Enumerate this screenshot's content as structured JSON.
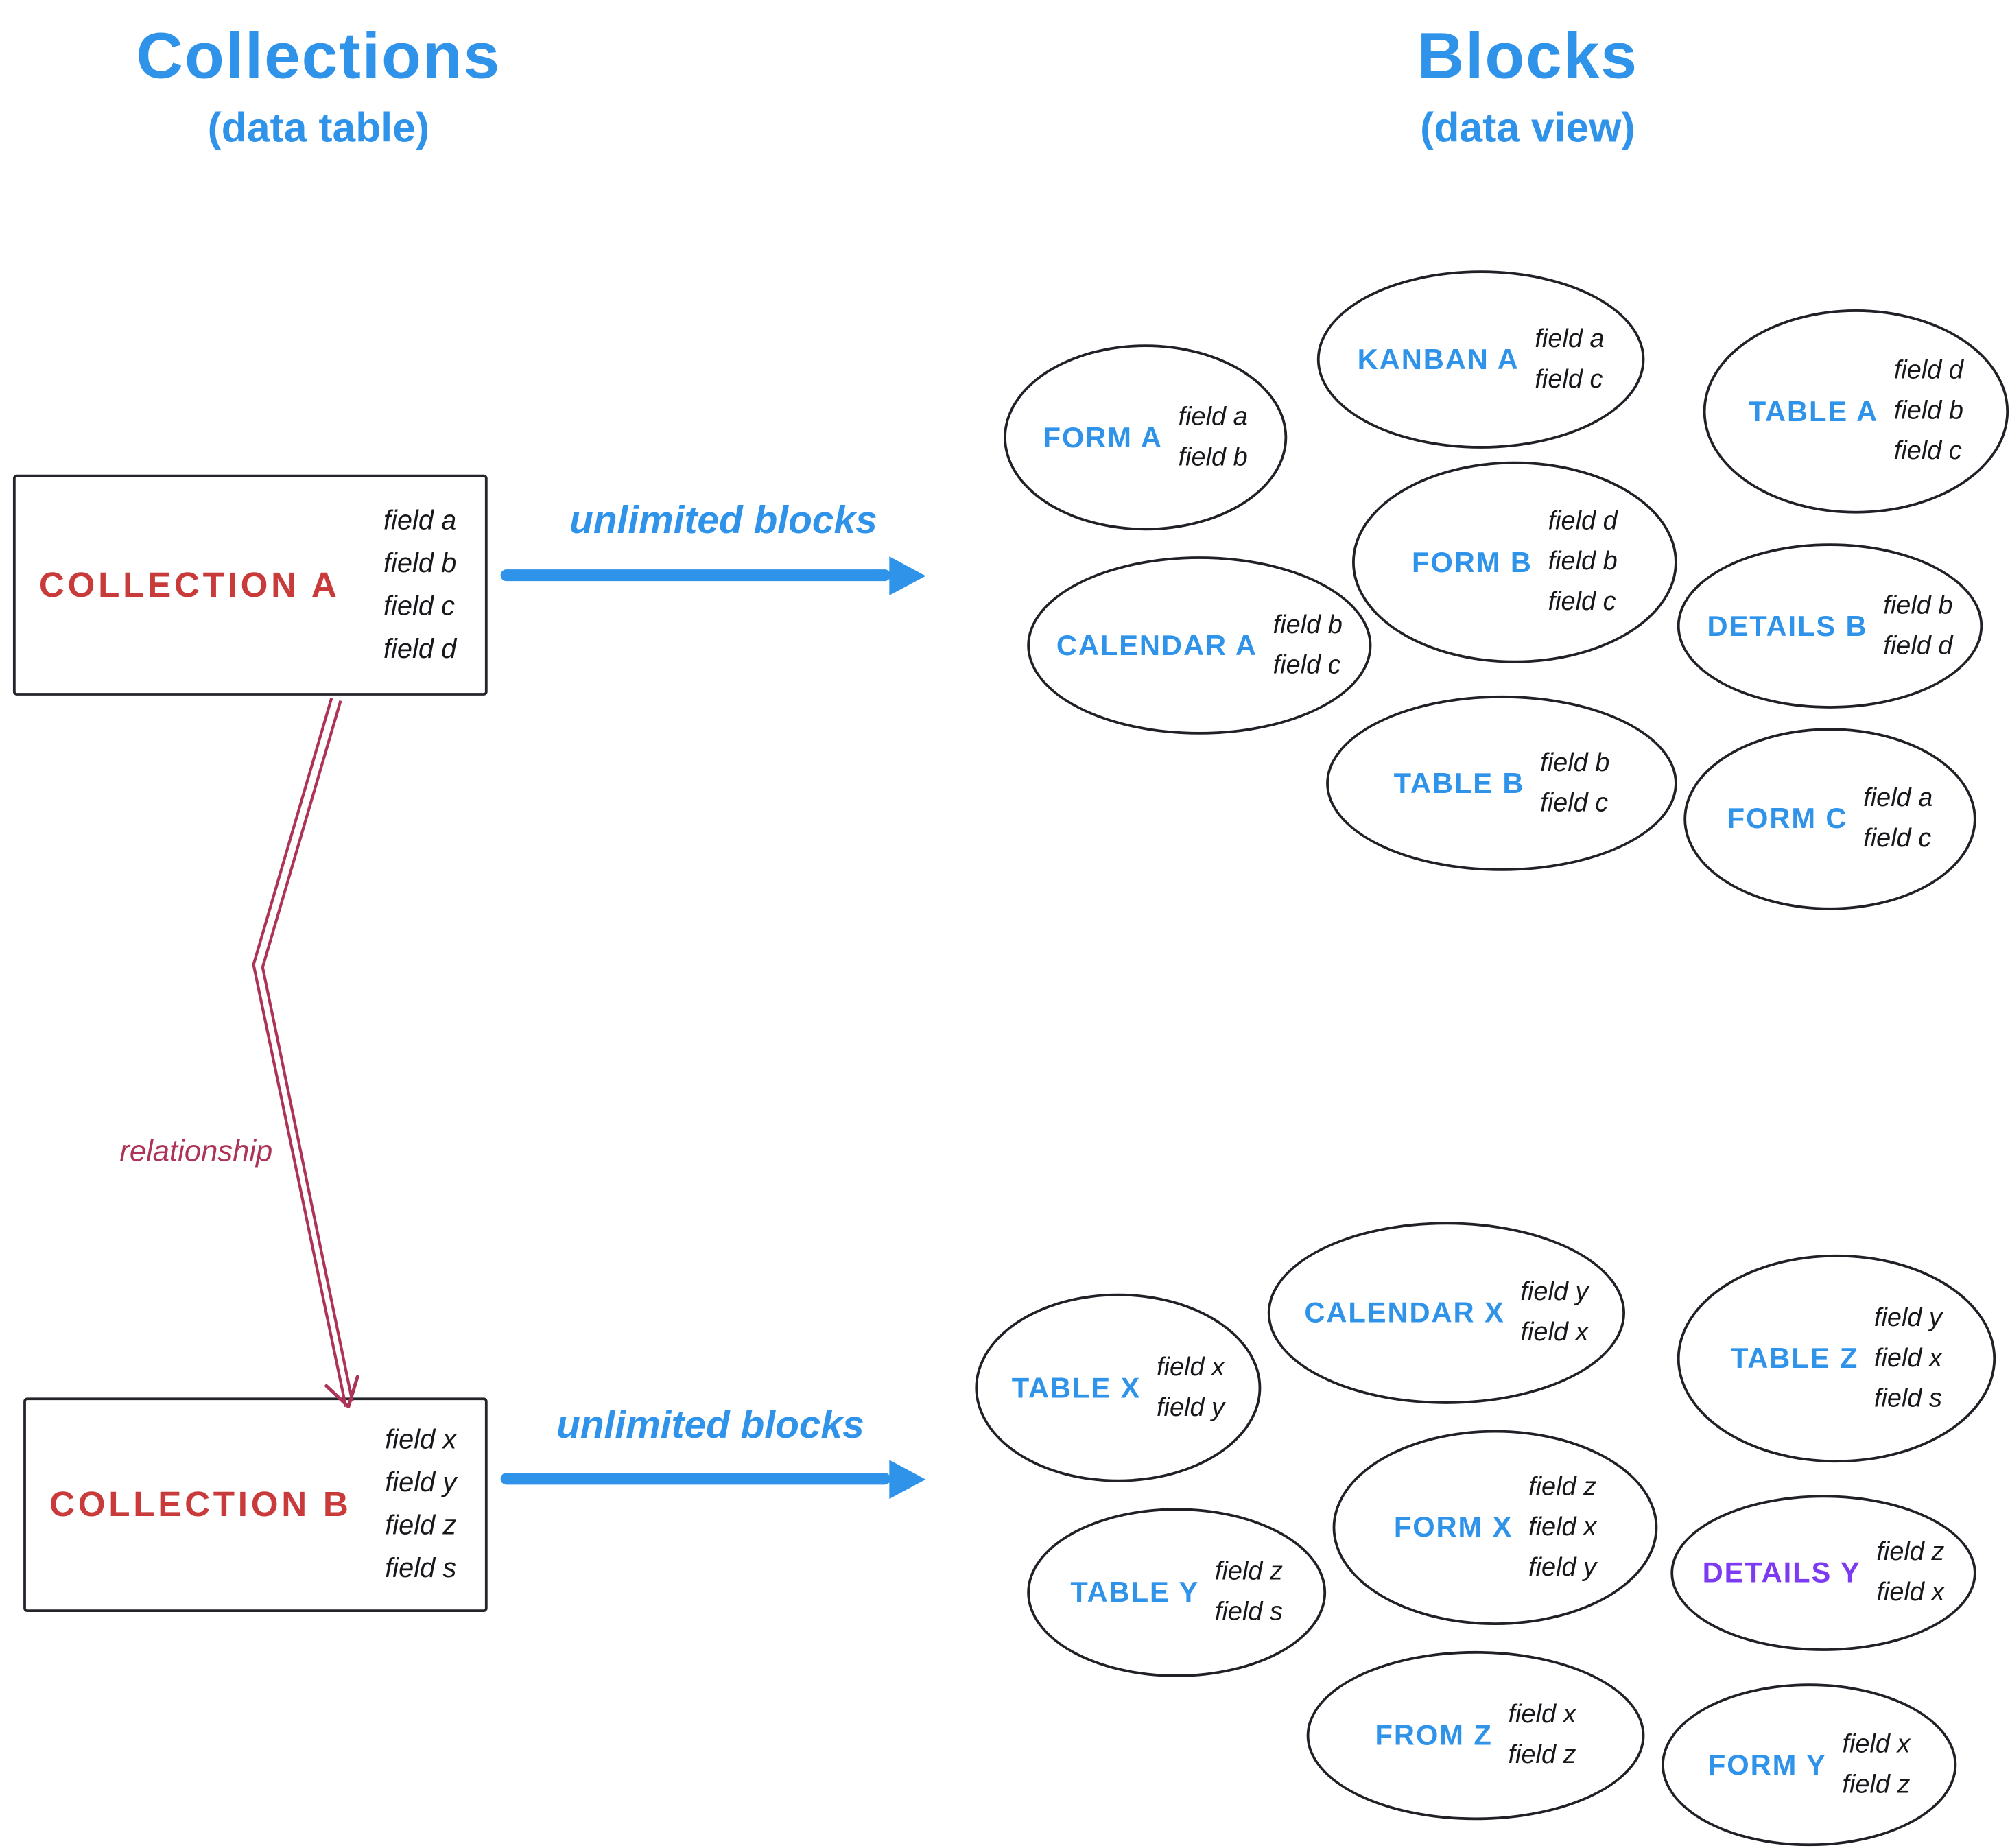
{
  "headers": {
    "left": {
      "title": "Collections",
      "subtitle": "(data table)"
    },
    "right": {
      "title": "Blocks",
      "subtitle": "(data view)"
    }
  },
  "collections": {
    "a": {
      "label": "COLLECTION A",
      "fields": [
        "field a",
        "field b",
        "field c",
        "field d"
      ],
      "arrow_label": "unlimited blocks"
    },
    "b": {
      "label": "COLLECTION B",
      "fields": [
        "field x",
        "field y",
        "field z",
        "field s"
      ],
      "arrow_label": "unlimited blocks"
    }
  },
  "relationship": {
    "label": "relationship"
  },
  "blocks_a": [
    {
      "label": "FORM A",
      "fields": [
        "field a",
        "field b"
      ]
    },
    {
      "label": "KANBAN A",
      "fields": [
        "field a",
        "field c"
      ]
    },
    {
      "label": "TABLE A",
      "fields": [
        "field d",
        "field b",
        "field c"
      ]
    },
    {
      "label": "CALENDAR A",
      "fields": [
        "field b",
        "field c"
      ]
    },
    {
      "label": "FORM B",
      "fields": [
        "field d",
        "field b",
        "field c"
      ]
    },
    {
      "label": "DETAILS B",
      "fields": [
        "field b",
        "field d"
      ]
    },
    {
      "label": "TABLE B",
      "fields": [
        "field b",
        "field c"
      ]
    },
    {
      "label": "FORM C",
      "fields": [
        "field a",
        "field c"
      ]
    }
  ],
  "blocks_b": [
    {
      "label": "TABLE X",
      "fields": [
        "field x",
        "field y"
      ]
    },
    {
      "label": "CALENDAR X",
      "fields": [
        "field y",
        "field x"
      ]
    },
    {
      "label": "TABLE Z",
      "fields": [
        "field y",
        "field x",
        "field s"
      ]
    },
    {
      "label": "TABLE Y",
      "fields": [
        "field z",
        "field s"
      ]
    },
    {
      "label": "FORM X",
      "fields": [
        "field z",
        "field x",
        "field y"
      ]
    },
    {
      "label": "DETAILS Y",
      "fields": [
        "field z",
        "field x"
      ]
    },
    {
      "label": "FROM Z",
      "fields": [
        "field x",
        "field z"
      ]
    },
    {
      "label": "FORM Y",
      "fields": [
        "field x",
        "field z"
      ]
    }
  ],
  "colors": {
    "blue": "#2f93ea",
    "red": "#c93a3a",
    "crimson": "#ad3456",
    "purple": "#7c3bf0",
    "ink": "#1d1d1d"
  }
}
